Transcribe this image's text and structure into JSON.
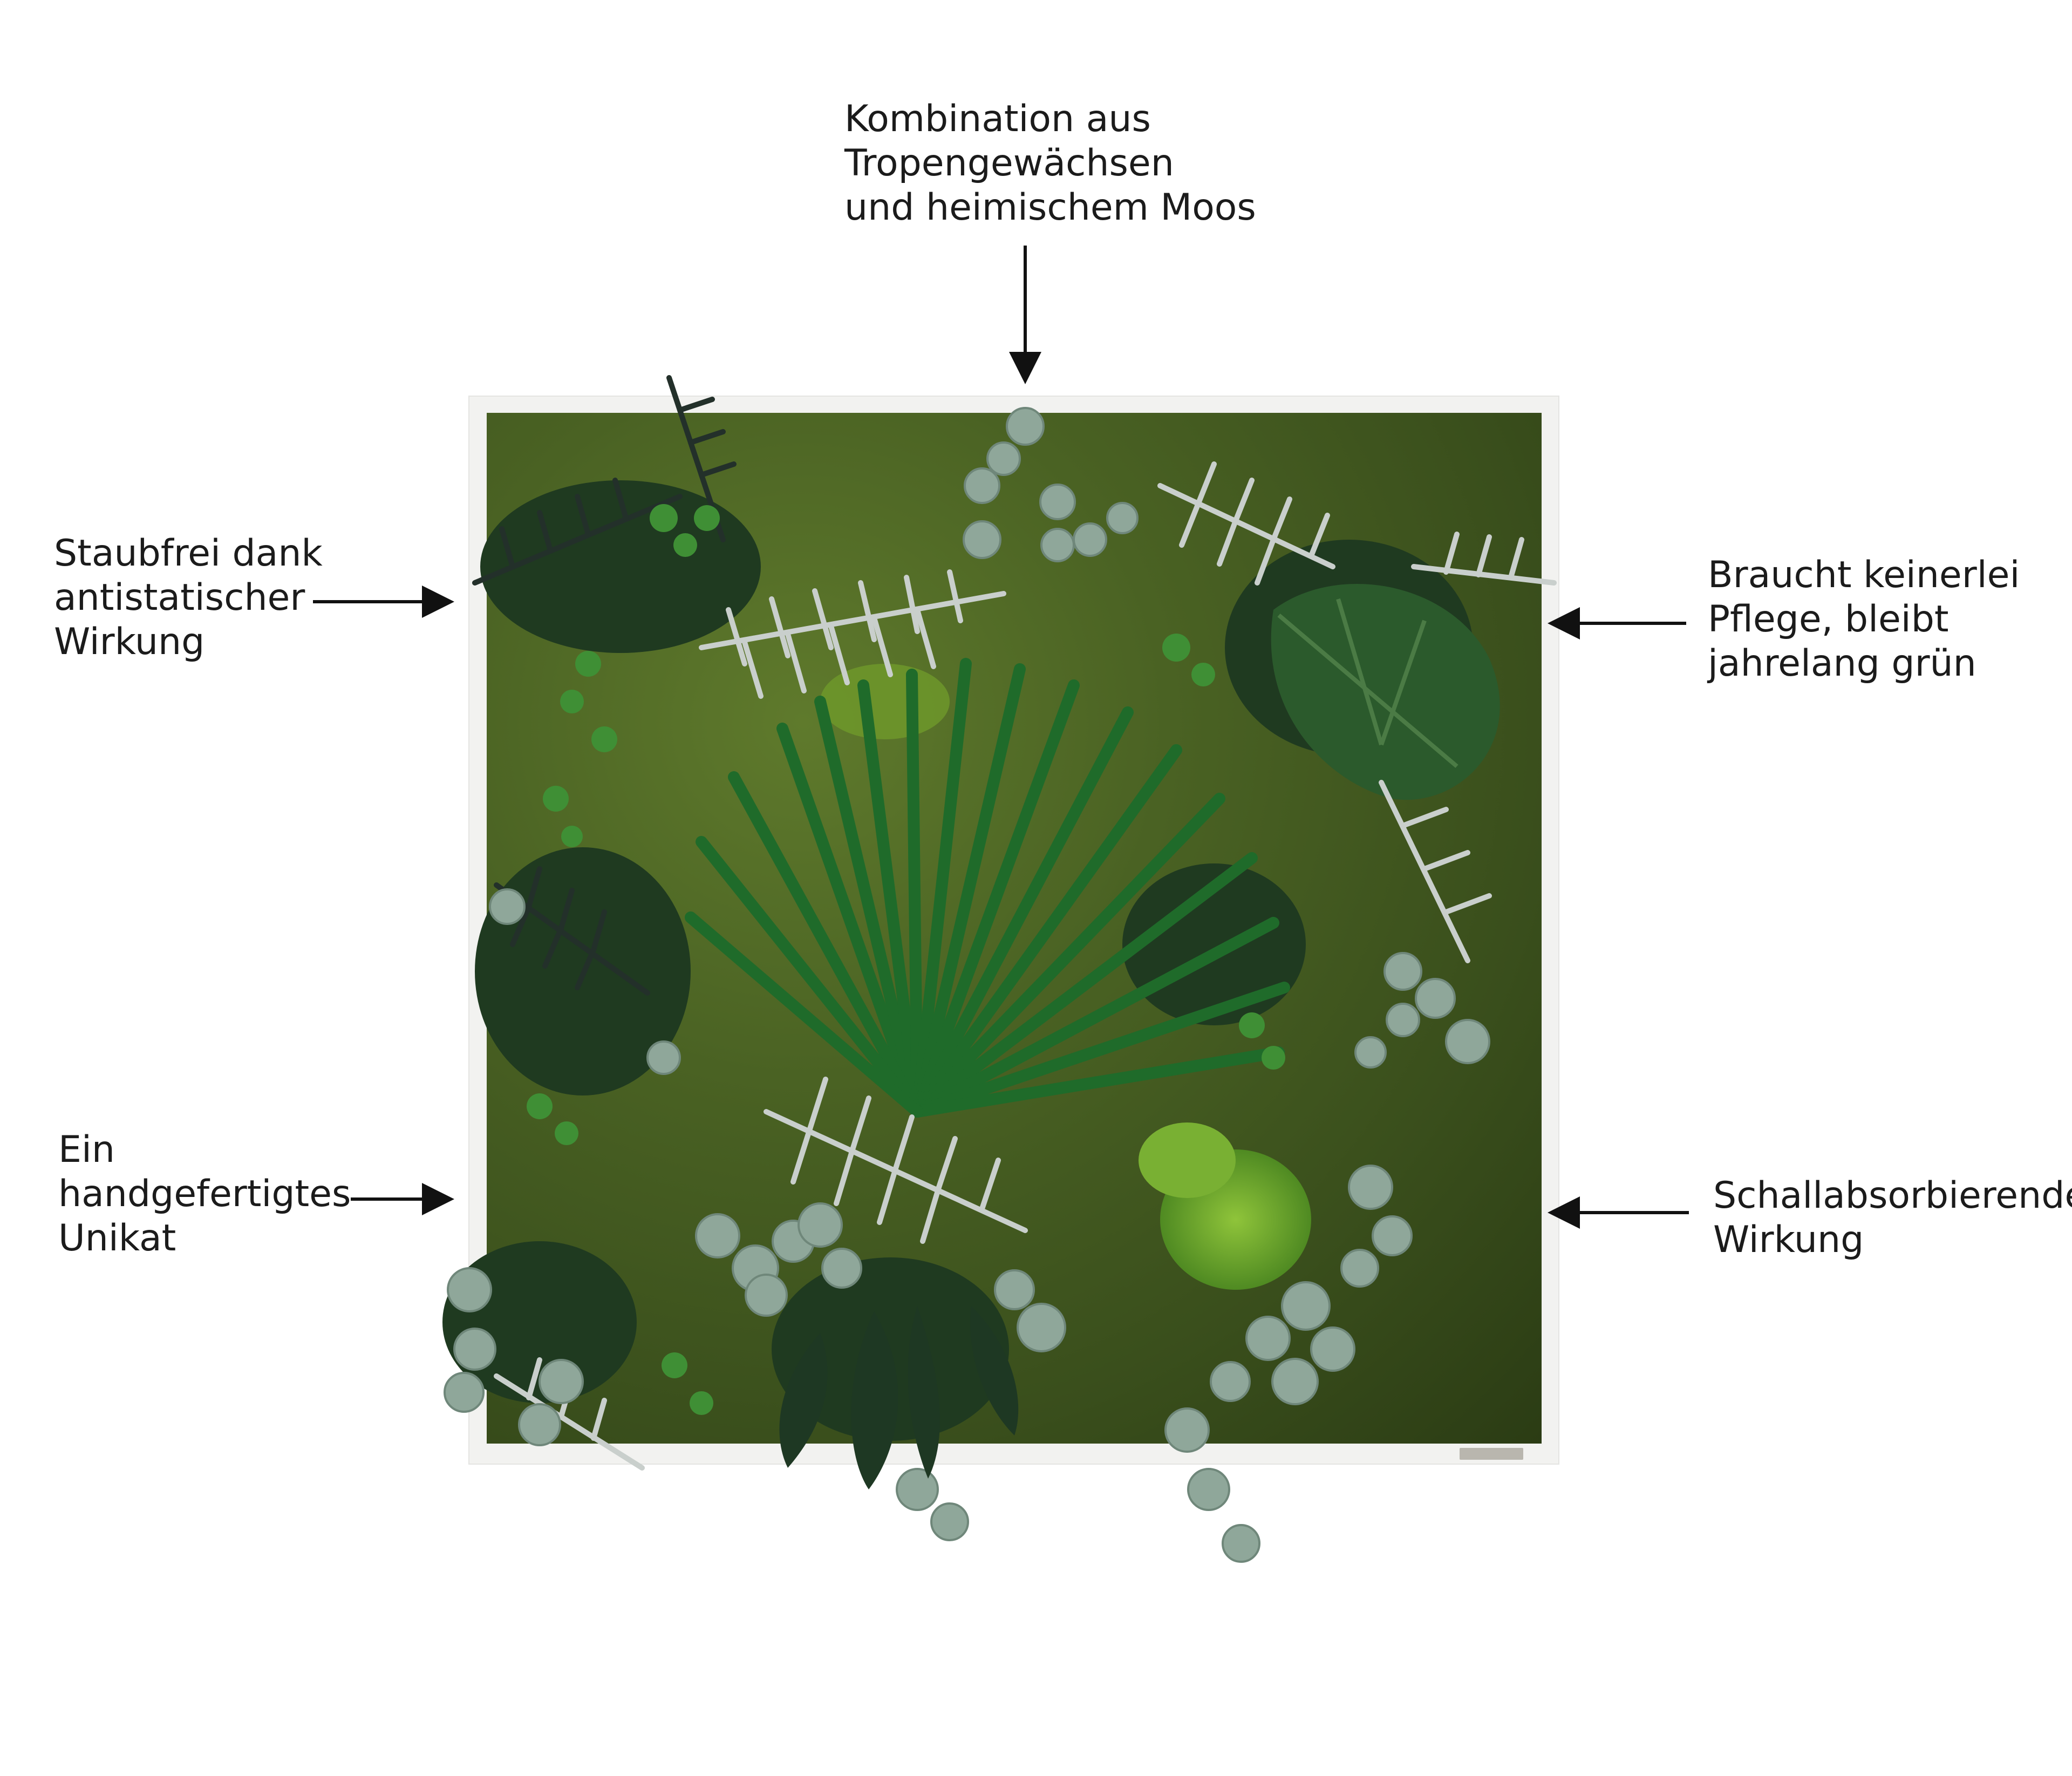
{
  "labels": {
    "top": [
      "Kombination aus",
      "Tropengewächsen",
      "und heimischem Moos"
    ],
    "upper_left": [
      "Staubfrei dank",
      "antistatischer",
      "Wirkung"
    ],
    "upper_right": [
      "Braucht keinerlei",
      "Pflege, bleibt",
      "jahrelang grün"
    ],
    "lower_left": [
      "Ein",
      "handgefertigtes",
      "Unikat"
    ],
    "lower_right": [
      "Schallabsorbierende",
      "Wirkung"
    ]
  },
  "colors": {
    "text": "#1b1b1b",
    "frame": "#f2f2f0",
    "moss": "#4a6223",
    "leaf_dark": "#1f3b1c",
    "leaf_green": "#2e5e2a",
    "eucalyptus": "#8fa79a",
    "fern_silver": "#c9cfcc"
  }
}
